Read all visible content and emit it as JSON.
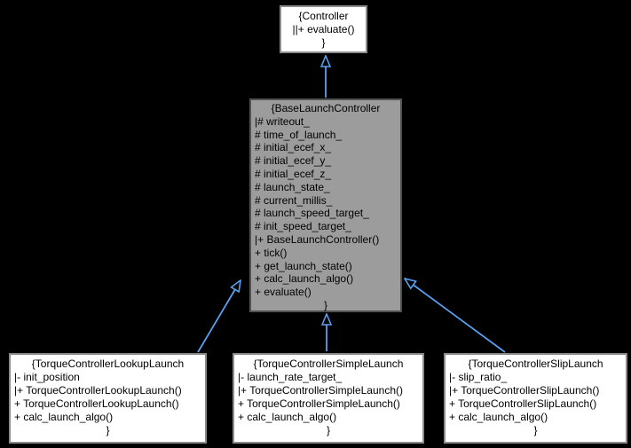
{
  "diagram": {
    "type": "uml-inheritance-graph",
    "background_color": "#000000",
    "edge_color": "#5aa0f0",
    "node_fill_color": "#ffffff",
    "node_border_color": "#8c8c8c",
    "highlight_fill_color": "#9c9c9c",
    "highlight_border_color": "#515151",
    "nodes": [
      {
        "id": "controller",
        "class_name": "Controller",
        "lines": [
          "{Controller",
          "||+ evaluate()",
          "}"
        ]
      },
      {
        "id": "base-launch-controller",
        "class_name": "BaseLaunchController",
        "lines": [
          "{BaseLaunchController",
          "|# writeout_",
          "# time_of_launch_",
          "# initial_ecef_x_",
          "# initial_ecef_y_",
          "# initial_ecef_z_",
          "# launch_state_",
          "# current_millis_",
          "# launch_speed_target_",
          "# init_speed_target_",
          "|+ BaseLaunchController()",
          "+ tick()",
          "+ get_launch_state()",
          "+ calc_launch_algo()",
          "+ evaluate()",
          "}"
        ]
      },
      {
        "id": "torque-controller-lookup-launch",
        "class_name": "TorqueControllerLookupLaunch",
        "lines": [
          "{TorqueControllerLookupLaunch",
          "|- init_position",
          "|+ TorqueControllerLookupLaunch()",
          "+ TorqueControllerLookupLaunch()",
          "+ calc_launch_algo()",
          "}"
        ]
      },
      {
        "id": "torque-controller-simple-launch",
        "class_name": "TorqueControllerSimpleLaunch",
        "lines": [
          "{TorqueControllerSimpleLaunch",
          "|- launch_rate_target_",
          "|+ TorqueControllerSimpleLaunch()",
          "+ TorqueControllerSimpleLaunch()",
          "+ calc_launch_algo()",
          "}"
        ]
      },
      {
        "id": "torque-controller-slip-launch",
        "class_name": "TorqueControllerSlipLaunch",
        "lines": [
          "{TorqueControllerSlipLaunch",
          "|- slip_ratio_",
          "|+ TorqueControllerSlipLaunch()",
          "+ TorqueControllerSlipLaunch()",
          "+ calc_launch_algo()",
          "}"
        ]
      }
    ],
    "edges": [
      {
        "from": "base-launch-controller",
        "to": "controller",
        "type": "inheritance"
      },
      {
        "from": "torque-controller-lookup-launch",
        "to": "base-launch-controller",
        "type": "inheritance"
      },
      {
        "from": "torque-controller-simple-launch",
        "to": "base-launch-controller",
        "type": "inheritance"
      },
      {
        "from": "torque-controller-slip-launch",
        "to": "base-launch-controller",
        "type": "inheritance"
      }
    ]
  }
}
